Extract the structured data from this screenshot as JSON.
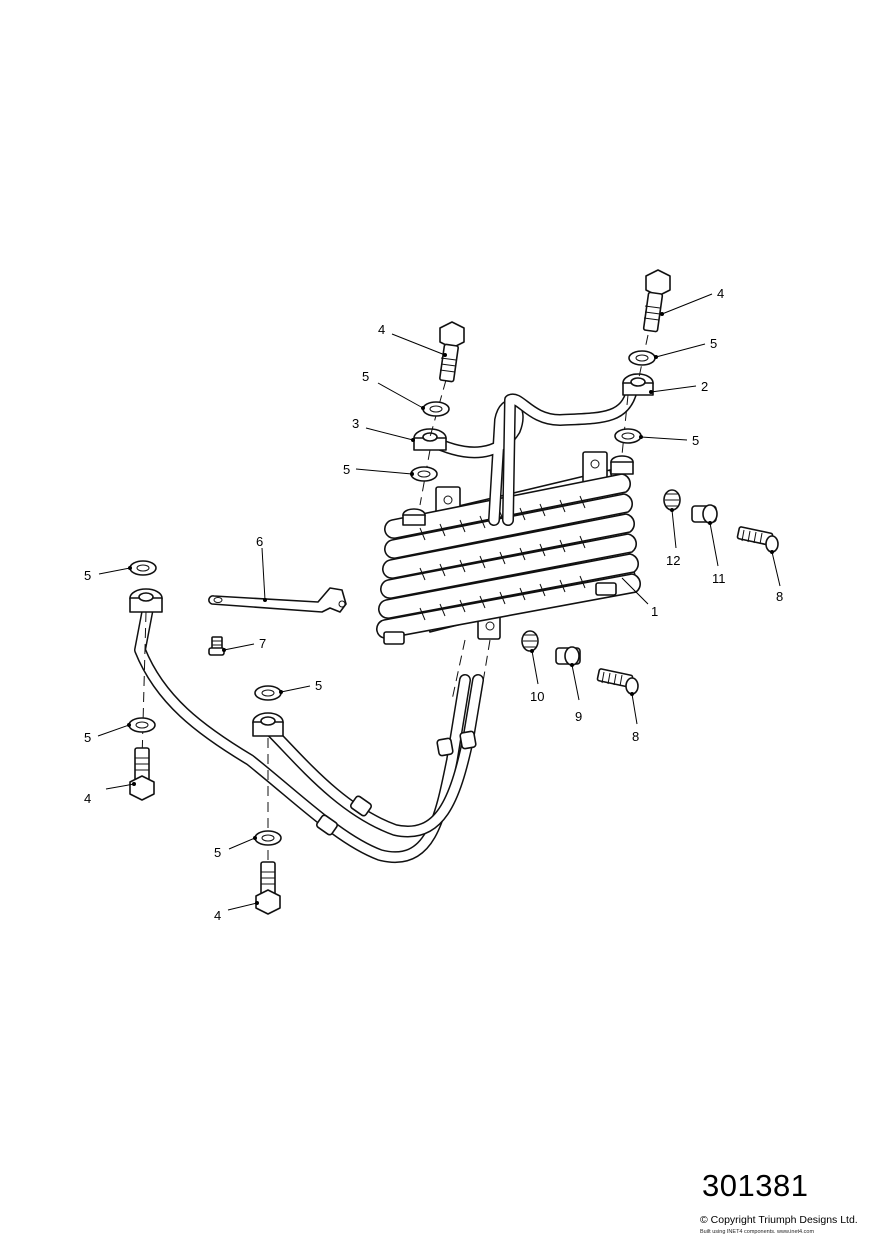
{
  "diagram": {
    "reference_number": "301381",
    "copyright": "© Copyright Triumph Designs Ltd.",
    "built_with": "Built using INET4 components. www.inet4.com",
    "callouts": {
      "c1": "1",
      "c2": "2",
      "c3": "3",
      "c4_top_left": "4",
      "c4_top_right": "4",
      "c4_left": "4",
      "c4_bottom": "4",
      "c5_top_left": "5",
      "c5_mid_left": "5",
      "c5_top_right": "5",
      "c5_right": "5",
      "c5_far_left": "5",
      "c5_far_left_lower": "5",
      "c5_center": "5",
      "c5_bottom": "5",
      "c6": "6",
      "c7": "7",
      "c8_upper": "8",
      "c8_lower": "8",
      "c9": "9",
      "c10": "10",
      "c11": "11",
      "c12": "12"
    }
  }
}
